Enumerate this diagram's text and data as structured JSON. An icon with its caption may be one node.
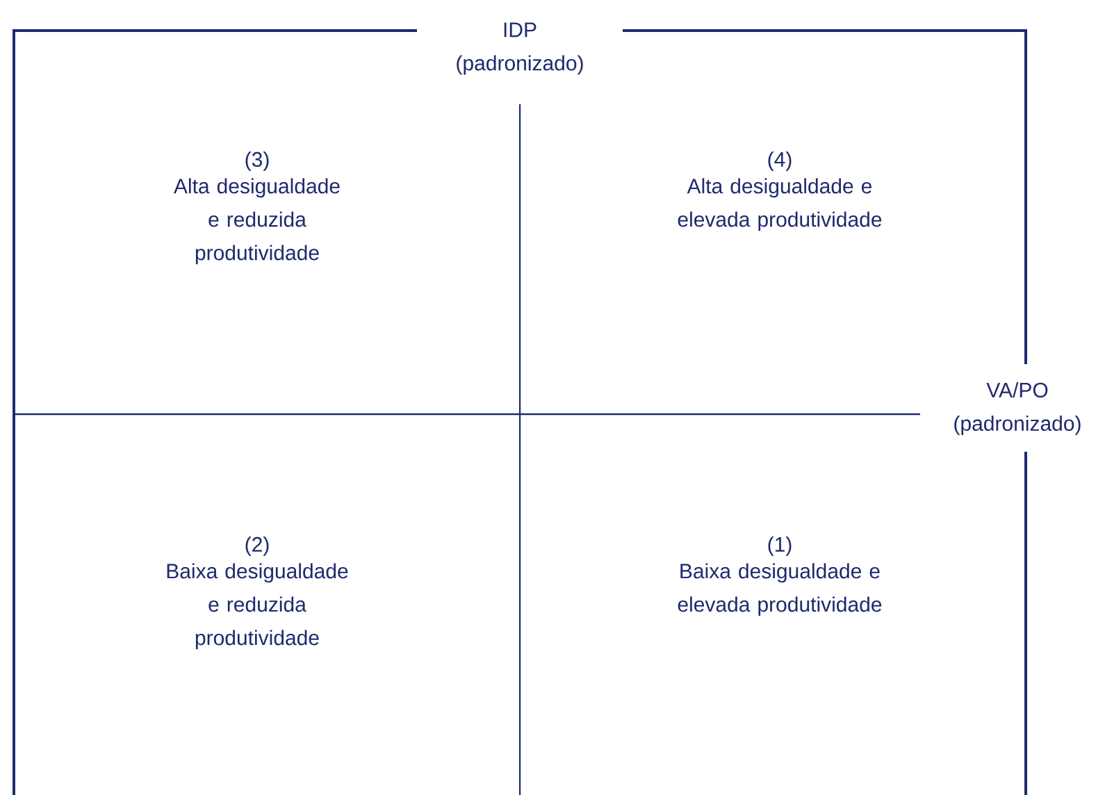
{
  "diagram": {
    "labels": [
      "IDP (padronizado)",
      "(3)",
      "Alta desigualdade e reduzida produtividade",
      "(4)",
      "Alta desigualdade e elevada produtividade",
      "VA/PO (padronizado)",
      "(2)",
      "Baixa desigualdade e reduzida produtividade",
      "(1)",
      "Baixa desigualdade e elevada produtividade"
    ]
  }
}
